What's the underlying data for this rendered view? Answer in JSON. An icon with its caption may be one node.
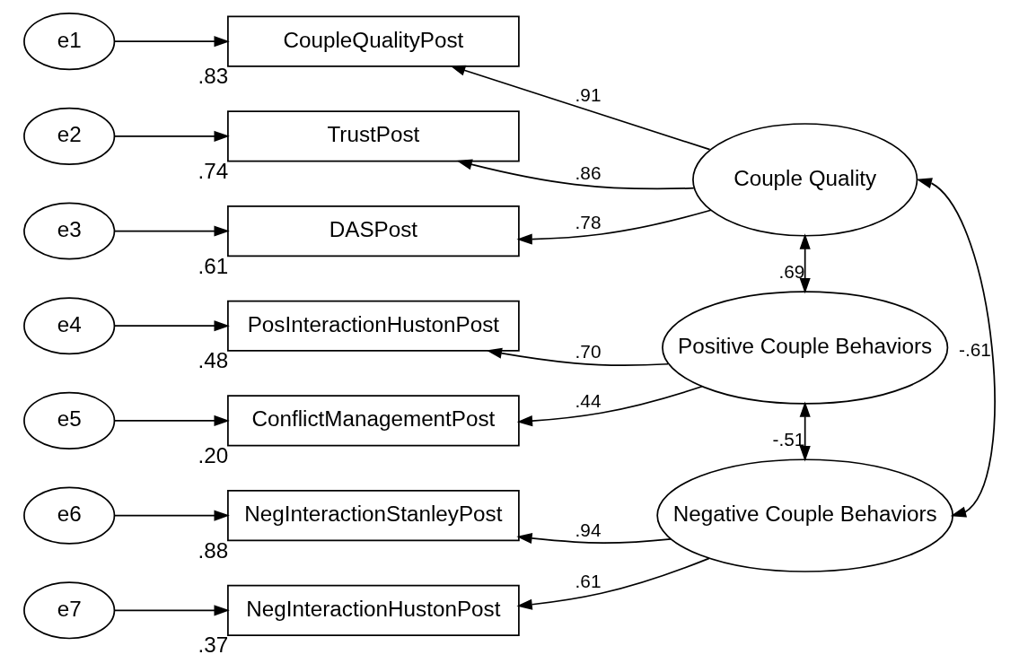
{
  "diagram": {
    "nodes": [
      {
        "text": [
          "e1"
        ]
      },
      {
        "text": [
          "CoupleQualityPost"
        ],
        "beside": [
          ".83"
        ]
      },
      {
        "text": [
          "e2"
        ]
      },
      {
        "text": [
          "TrustPost"
        ],
        "beside": [
          ".74"
        ]
      },
      {
        "text": [
          "e3"
        ]
      },
      {
        "text": [
          "DASPost"
        ],
        "beside": [
          ".61"
        ]
      },
      {
        "text": [
          "Couple Quality"
        ]
      },
      {
        "text": [
          "e4"
        ]
      },
      {
        "text": [
          "PosInteractionHustonPost"
        ],
        "beside": [
          ".48"
        ]
      },
      {
        "text": [
          "e5"
        ]
      },
      {
        "text": [
          "ConflictManagementPost"
        ],
        "beside": [
          ".20"
        ]
      },
      {
        "text": [
          "Positive Couple Behaviors"
        ]
      },
      {
        "text": [
          "e6"
        ]
      },
      {
        "text": [
          "NegInteractionStanleyPost"
        ],
        "beside": [
          ".88"
        ]
      },
      {
        "text": [
          "Negative Couple Behaviors"
        ]
      },
      {
        "text": [
          "e7"
        ]
      },
      {
        "text": [
          "NegInteractionHustonPost"
        ],
        "beside": [
          ".37"
        ]
      }
    ],
    "edges": [
      {
        "from": 0,
        "to": 1,
        "arrow": "to"
      },
      {
        "from": 2,
        "to": 3,
        "arrow": "to"
      },
      {
        "from": 4,
        "to": 5,
        "arrow": "to"
      },
      {
        "from": 6,
        "to": 1,
        "arrow": "to",
        "label": ".91"
      },
      {
        "from": 6,
        "to": 3,
        "arrow": "to",
        "label": ".86"
      },
      {
        "from": 6,
        "to": 5,
        "arrow": "to",
        "label": ".78"
      },
      {
        "from": 7,
        "to": 8,
        "arrow": "to"
      },
      {
        "from": 9,
        "to": 10,
        "arrow": "to"
      },
      {
        "from": 11,
        "to": 8,
        "arrow": "to",
        "label": ".70"
      },
      {
        "from": 11,
        "to": 10,
        "arrow": "to",
        "label": ".44"
      },
      {
        "from": 12,
        "to": 13,
        "arrow": "to"
      },
      {
        "from": 15,
        "to": 16,
        "arrow": "to"
      },
      {
        "from": 14,
        "to": 13,
        "arrow": "to",
        "label": ".94"
      },
      {
        "from": 14,
        "to": 16,
        "arrow": "to",
        "label": ".61"
      },
      {
        "from": 6,
        "to": 11,
        "arrow": "both",
        "label": ".69"
      },
      {
        "from": 11,
        "to": 14,
        "arrow": "both",
        "label": "-.51"
      },
      {
        "from": 6,
        "to": 14,
        "arrow": "both",
        "label": "-.61"
      }
    ]
  }
}
